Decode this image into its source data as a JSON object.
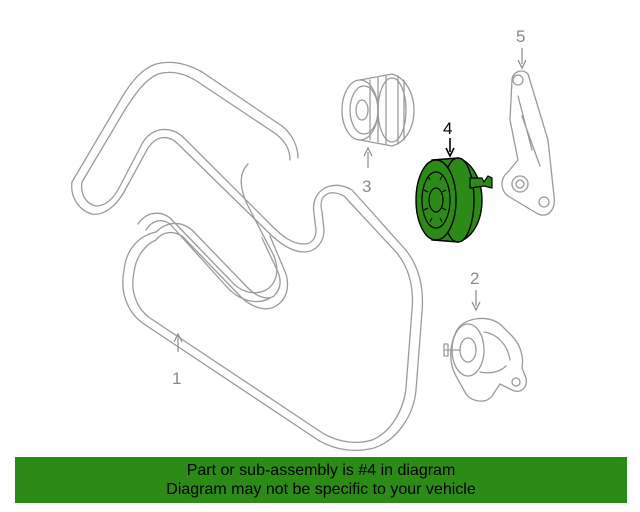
{
  "diagram": {
    "callouts": [
      {
        "number": "1",
        "name": "serpentine-belt",
        "highlighted": false
      },
      {
        "number": "2",
        "name": "belt-tensioner",
        "highlighted": false
      },
      {
        "number": "3",
        "name": "idler-pulley",
        "highlighted": false
      },
      {
        "number": "4",
        "name": "idler-pulley-highlighted",
        "highlighted": true
      },
      {
        "number": "5",
        "name": "mounting-bracket",
        "highlighted": false
      }
    ],
    "highlight_color": "#2c8a16",
    "line_color": "#9a9a9a"
  },
  "banner": {
    "line1": "Part or sub-assembly is #4 in diagram",
    "line2": "Diagram may not be specific to your vehicle",
    "background": "#2c8a16"
  }
}
